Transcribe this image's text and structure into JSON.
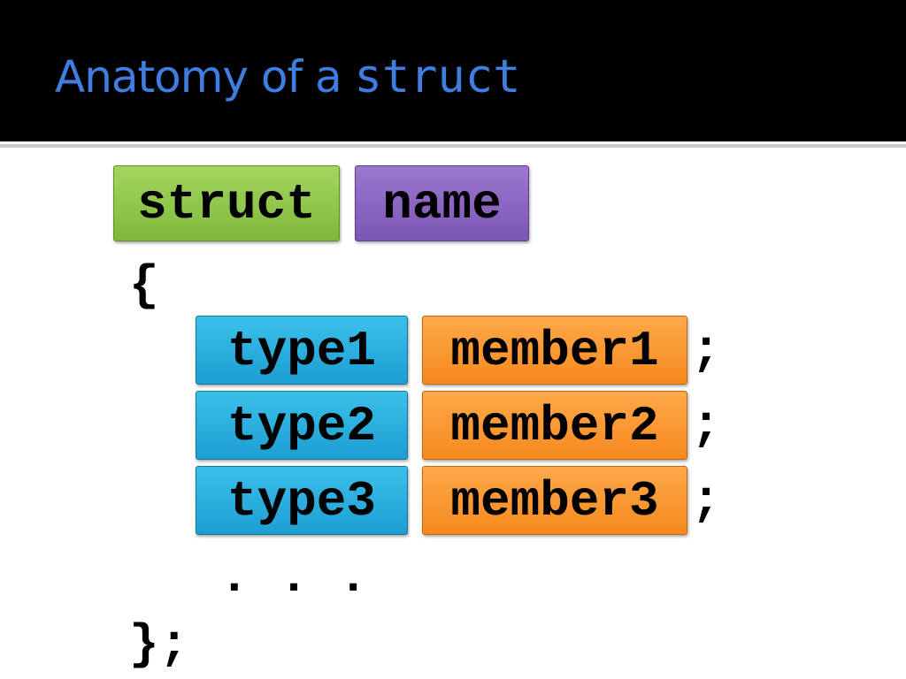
{
  "title": {
    "prefix": "Anatomy of a ",
    "keyword": "struct"
  },
  "code": {
    "keyword": "struct",
    "name": "name",
    "open_brace": "{",
    "members": [
      {
        "type": "type1",
        "member": "member1",
        "terminator": ";"
      },
      {
        "type": "type2",
        "member": "member2",
        "terminator": ";"
      },
      {
        "type": "type3",
        "member": "member3",
        "terminator": ";"
      }
    ],
    "ellipsis": ". . .",
    "close": "};"
  },
  "colors": {
    "title": "#3f7ee0",
    "keyword_box": "#8cc63f",
    "name_box": "#8560c0",
    "type_box": "#29b0e0",
    "member_box": "#f7941d"
  }
}
